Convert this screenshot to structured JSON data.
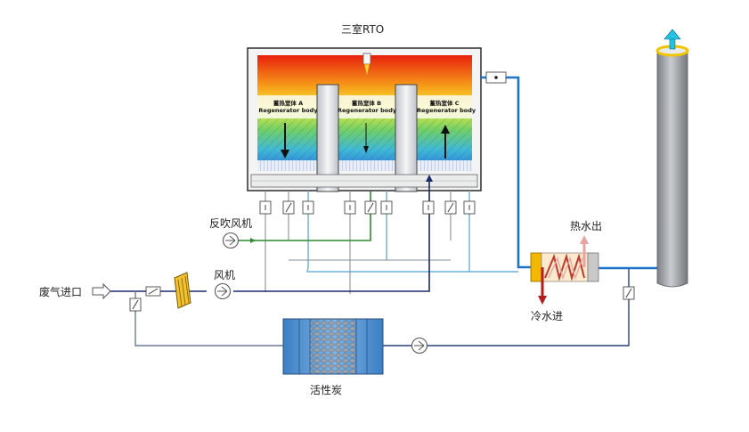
{
  "title": "三室RTO",
  "chambers": [
    {
      "name": "蓄热室体 A",
      "sub": "Regenerator body"
    },
    {
      "name": "蓄热室体 B",
      "sub": "Regenerator body"
    },
    {
      "name": "蓄热室体 C",
      "sub": "Regenerator body"
    }
  ],
  "labels": {
    "backflush_fan": "反吹风机",
    "fan": "风机",
    "waste_gas_inlet": "废气进口",
    "hot_water_out": "热水出",
    "cold_water_in": "冷水进",
    "activated_carbon": "活性炭"
  },
  "colors": {
    "pipe_blue": "#1e73c8",
    "pipe_navy": "#1b2a6b",
    "pipe_green": "#2e8b2e",
    "pipe_light": "#6ab0d8",
    "pipe_gray": "#8a8f96",
    "heat_top": "#e8200c",
    "heat_bottom": "#2a6fd6"
  }
}
